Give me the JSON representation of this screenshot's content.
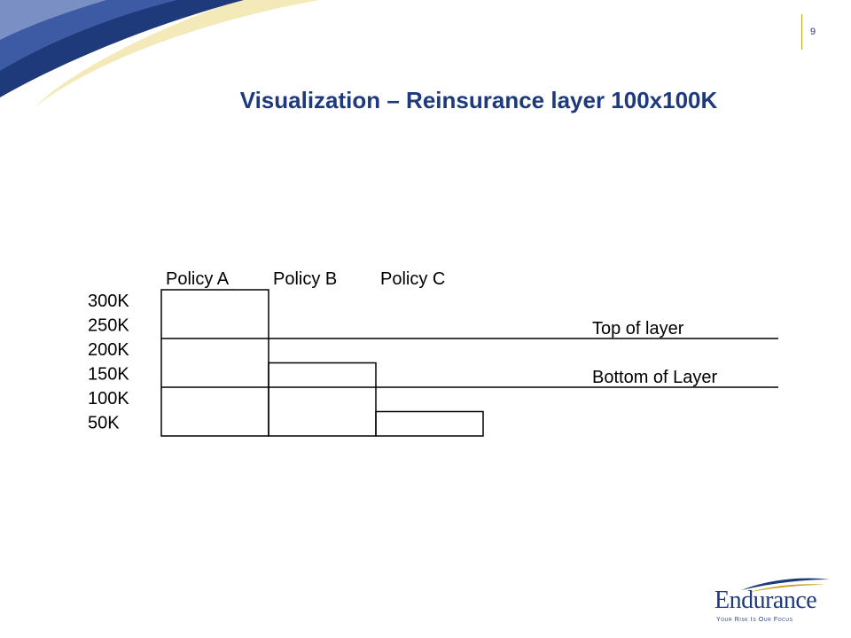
{
  "slide": {
    "page_number": "9",
    "title": "Visualization – Reinsurance layer 100x100K"
  },
  "diagram": {
    "policies": [
      {
        "name": "Policy A",
        "limit": 300
      },
      {
        "name": "Policy B",
        "limit": 150
      },
      {
        "name": "Policy C",
        "limit": 50
      }
    ],
    "levels": [
      {
        "label": "300K",
        "value": 300
      },
      {
        "label": "250K",
        "value": 250
      },
      {
        "label": "200K",
        "value": 200
      },
      {
        "label": "150K",
        "value": 150
      },
      {
        "label": "100K",
        "value": 100
      },
      {
        "label": "50K",
        "value": 50
      }
    ],
    "layer": {
      "top": {
        "label": "Top of layer",
        "value": 200
      },
      "bottom": {
        "label": "Bottom of Layer",
        "value": 100
      }
    }
  },
  "logo": {
    "name": "Endurance",
    "tagline": "Your Risk Is Our Focus"
  },
  "colors": {
    "title": "#1f3a7a",
    "accent_gold": "#c9a227",
    "swoosh_light": "#f4e9b8"
  }
}
